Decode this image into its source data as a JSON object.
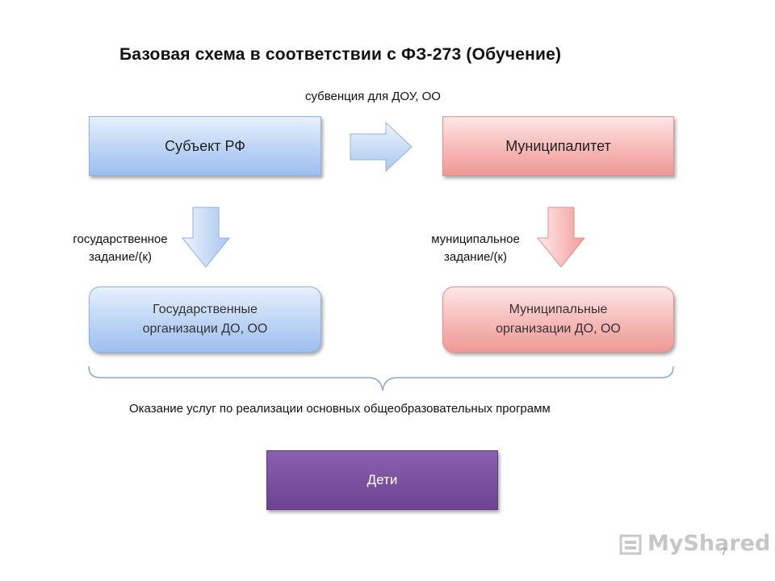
{
  "title": "Базовая схема в соответствии с ФЗ-273 (Обучение)",
  "subvention_label": "субвенция для ДОУ, ОО",
  "boxes": {
    "subject": "Субъект РФ",
    "municipality": "Муниципалитет",
    "state_orgs": "Государственные организации ДО, ОО",
    "municipal_orgs": "Муниципальные организации ДО, ОО",
    "children": "Дети"
  },
  "labels": {
    "state_task": "государственное задание/(к)",
    "municipal_task": "муниципальное задание/(к)",
    "services": "Оказание услуг по реализации основных общеобразовательных программ"
  },
  "watermark": "MyShared",
  "page_number": "7",
  "colors": {
    "blue_box": "#bcd4f5",
    "red_box": "#f6b9b7",
    "purple_box": "#7a4f9e",
    "bracket": "#8aa6cc"
  }
}
